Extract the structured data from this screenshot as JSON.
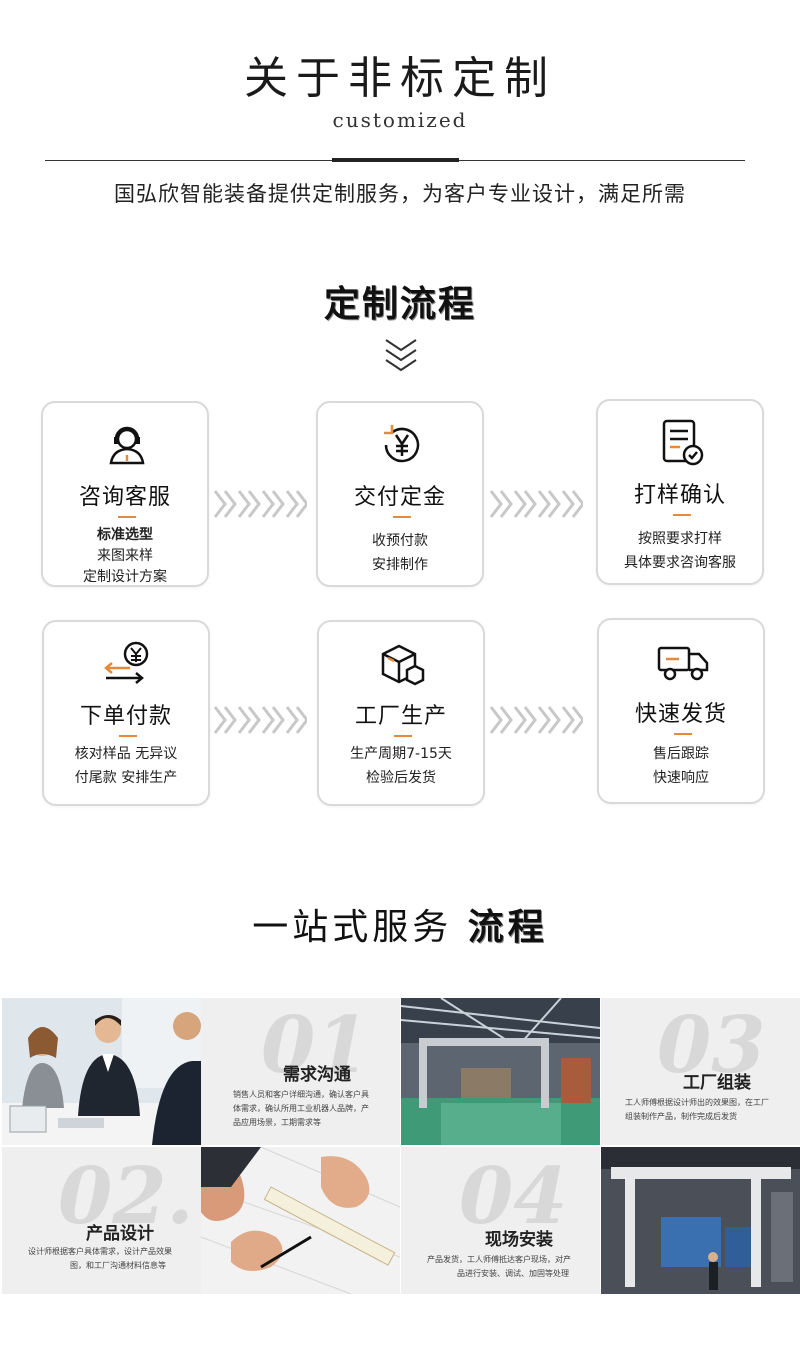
{
  "header": {
    "title": "关于非标定制",
    "subtitle": "customized",
    "intro": "国弘欣智能装备提供定制服务，为客户专业设计，满足所需"
  },
  "flow": {
    "title": "定制流程",
    "steps": [
      {
        "title": "咨询客服",
        "lines": [
          "标准选型",
          "来图来样",
          "定制设计方案"
        ],
        "icon": "customer-service-icon"
      },
      {
        "title": "交付定金",
        "lines": [
          "收预付款",
          "安排制作"
        ],
        "icon": "yuan-refresh-icon"
      },
      {
        "title": "打样确认",
        "lines": [
          "按照要求打样",
          "具体要求咨询客服"
        ],
        "icon": "document-check-icon"
      },
      {
        "title": "下单付款",
        "lines": [
          "核对样品 无异议",
          "付尾款 安排生产"
        ],
        "icon": "payment-transfer-icon"
      },
      {
        "title": "工厂生产",
        "lines": [
          "生产周期7-15天",
          "检验后发货"
        ],
        "icon": "boxes-icon"
      },
      {
        "title": "快速发货",
        "lines": [
          "售后跟踪",
          "快速响应"
        ],
        "icon": "truck-icon"
      }
    ]
  },
  "onestop": {
    "title": "一站式服务",
    "title_em": "流程",
    "items": [
      {
        "num": "01",
        "title": "需求沟通",
        "desc": [
          "销售人员和客户详细沟通，确认客户具",
          "体需求，确认所用工业机器人品牌，产",
          "品应用场景，工期需求等"
        ]
      },
      {
        "num": "03",
        "title": "工厂组装",
        "desc": [
          "工人师傅根据设计师出的效果图，在工厂",
          "组装制作产品，制作完成后发货"
        ]
      },
      {
        "num": "02.",
        "title": "产品设计",
        "desc": [
          "设计师根据客户具体需求，设计产品效果",
          "图，和工厂沟通材料信息等"
        ]
      },
      {
        "num": "04",
        "title": "现场安装",
        "desc": [
          "产品发货，工人师傅抵达客户现场，对产",
          "品进行安装、调试、加固等处理"
        ]
      }
    ]
  },
  "colors": {
    "accent": "#e38b3a",
    "border": "#d9d9d9",
    "tile_bg": "#efefef"
  }
}
